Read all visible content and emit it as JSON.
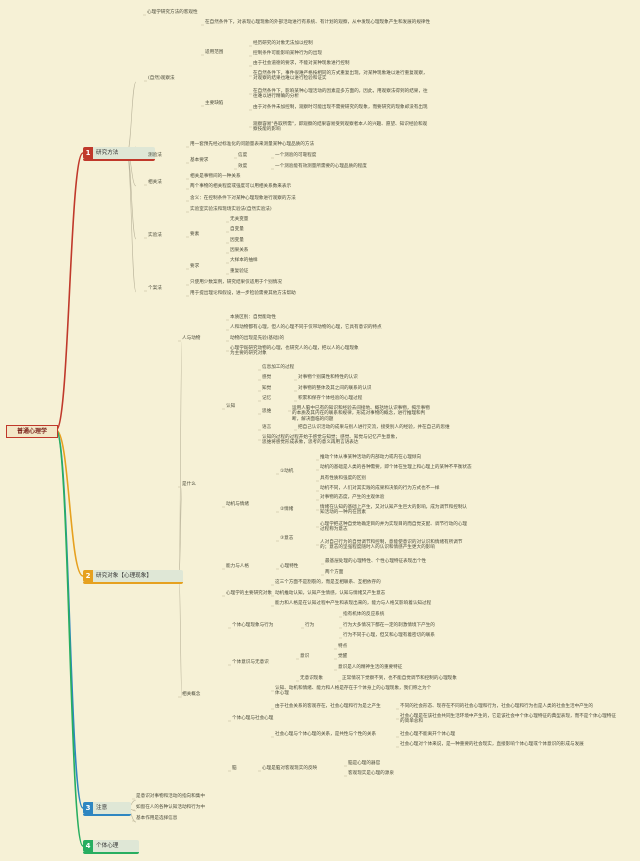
{
  "root": "普通心理学",
  "branches": [
    {
      "num": "1",
      "label": "研究方法",
      "color": "#c0392b"
    },
    {
      "num": "2",
      "label": "研究对象【心理现象】",
      "color": "#e6a11f"
    },
    {
      "num": "3",
      "label": "注意",
      "color": "#2e86c1"
    },
    {
      "num": "4",
      "label": "个体心理",
      "color": "#27ae60"
    }
  ],
  "nodes": {
    "m_intro": "心理学研究方法的客观性",
    "m_obs": "(自然)观察法",
    "m_obs_def": "在自然条件下，对表现心理现象的外部活动进行有系统、有计划的观察，从中发现心理现象产生和发展的规律性",
    "m_adv": "适用范围",
    "m_adv1": "经历研究的对象无法加以控制",
    "m_adv2": "控制条件可能影响某种行为的出现",
    "m_adv3": "由于社会道德的要求，不能对某种现象进行控制",
    "m_lim": "主要缺陷",
    "m_lim1": "在自然条件下，事件很难严格按相同的方式重复出现，对某种现象难以进行重复观察，对观察的结果也难以进行检验和证实",
    "m_lim2": "在自然条件下，影响某种心理活动的因素是多方面的，因此，用观察法得到的结果，往往难以进行精确的分析",
    "m_lim3": "由于对条件未加控制，观察时可能出现不需要研究的现象，而要研究的现象却没有出现",
    "m_lim4": "观察容易\"各取所需\"，即观察的结果容易受到观察者本人的兴趣、愿望、知识经验和观察技能的影响",
    "m_test": "测验法",
    "m_test_def": "用一套预先经过标准化的问题量表来测量某种心理品质的方法",
    "m_basic": "基本要求",
    "m_rel": "信度",
    "m_rel_d": "一个测验的可靠程度",
    "m_val": "效度",
    "m_val_d": "一个测验能有效测量所需要的心理品质的程度",
    "m_corr": "相关法",
    "m_corr1": "相关是事物间的一种关系",
    "m_corr2": "两个事物的相关程度或强度可以用相关系数来表示",
    "m_exp": "实验法",
    "m_exp1": "含义：在控制条件下对某种心理现象进行观察的方法",
    "m_exp2": "实验室实验法和现场实验法(自然实验法)",
    "m_var": "要素",
    "m_var1": "无关变量",
    "m_var2": "自变量",
    "m_var3": "因变量",
    "m_var4": "因果关系",
    "m_req": "要求",
    "m_req1": "大样本的抽样",
    "m_req2": "重复验证",
    "m_case": "个案法",
    "m_case1": "只使用少数案例，研究结果仅适用于个别情况",
    "m_case2": "用于提出理论和假设，进一步检验需要其他方法帮助",
    "o_human": "人与动物",
    "o_h1": "本质区别：自觉能动性",
    "o_h2": "人和动物都有心理，但人的心理不同于仅带动物的心理，它具有意识的特点",
    "o_h3": "动物的出现是先验(基础)的",
    "o_h4": "心理学既研究动物的心理，也研究人的心理，把以人的心理现象为主要的研究对象",
    "o_what": "是什么",
    "o_cog": "认知",
    "o_c1": "信息加工的过程",
    "o_sen": "感觉",
    "o_sen_d": "对事物个别属性和特性的认识",
    "o_per": "知觉",
    "o_per_d": "对事物的整体及其之间的联系的认识",
    "o_mem": "记忆",
    "o_mem_d": "积累和保存个体经验的心理过程",
    "o_thk": "思维",
    "o_thk_d": "运用人脑中已有的知识和经验去间接地、概括地认识事物，揭示事物的本质及其内在的联系和规律，形成对事物的概念，进行推理和判断，解决面临的问题",
    "o_lang": "语言",
    "o_lang_d": "把自己认识活动的成果与别人进行交流，接受别人的经验，并在自己的思维",
    "o_c2": "认知的过程的过程开始于感觉与知觉；感觉、知觉与记忆产生意象，思维将感觉形成表象，思考的意义再用言语表达",
    "o_motive": "动机与情绪",
    "o_mot": "①动机",
    "o_mot1": "推动个体从事某种活动的内部动力或内在心理倾向",
    "o_mot2": "动机的基础是人类的各种需要，即个体在生理上和心理上的某种不平衡状态",
    "o_mot3": "具有性质和强度的区别",
    "o_mot4": "动机不同，人们对其实践的成果和决策的行为方式也不一样",
    "o_emo": "②情绪",
    "o_emo1": "对事物的态度，产生的主观体验",
    "o_emo2": "情绪在认知的基础上产生，又对认知产生巨大的影响，成为调节和控制认知活动的一种内在因素",
    "o_wil": "③意志",
    "o_wil1": "心理学把这种自觉地确定目的并为实现目的而自觉支配、调节行动的心理过程称为意志",
    "o_wil2": "人对自己行为的自觉调节和控制，意能使意识的对认识和情绪有所调节的；意志的坚强程度随时人的认识和情感产生更大的影响",
    "o_ability": "能力与人格",
    "o_personality": "心理特性",
    "o_p1": "最基层处理的心理特性、个性心理特征表现出个性",
    "o_p2": "两个方面",
    "o_main": "心理学的主要研究对象",
    "o_m1": "这三个方面不是割裂的，而是互相联系、互相依存的",
    "o_m2": "动机推动认知，认知产生情感，认知与情绪又产生意志",
    "o_m3": "能力和人格是在认知过程中产生和表现出来的，能力与人格又影响着认知过程",
    "o_concept": "相关概念",
    "o_con1": "个体心理现象与行为",
    "o_beh": "行为",
    "o_b1": "指有机体的反应系统",
    "o_b2": "行为大多情况下都在一定的刺激情境下产生的",
    "o_b3": "行为不同于心理，但又和心理有着密切的联系",
    "o_con2": "个体意识与无意识",
    "o_cons": "意识",
    "o_cons1": "特点",
    "o_cons2": "觉醒",
    "o_cons3": "意识是人的精神生活的重要特征",
    "o_uncon": "无意识现象",
    "o_uncon_d": "正常情况下觉察不到，也不能自觉调节和控制的心理现象",
    "o_con3": "个体心理与社会心理",
    "o_s1": "认知、动机和情绪、能力和人格是存在于个体身上的心理现象，我们称之为个体心理",
    "o_s2": "由于社会关系的客观存在，社会心理和行为是之产生",
    "o_s2b": "不同的社会形态、现存在不同的社会心理和行为，社会心理和行为也是人类的社会生活中产生的",
    "o_s3": "社会心理与个体心理的关系，是共性与个性的关系",
    "o_s3a": "社会心理是在该社会共同生活环境中产生的，它是该社会中个体心理特征的典型表现，而不是个体心理特征的简单总和",
    "o_s3b": "社会心理不能离开个体心理",
    "o_s3c": "社会心理对个体来说，是一种重要的社会现实，直接影响个体心理或个体意识的形成与发展",
    "o_brain": "脑",
    "o_brain_d": "心理是脑对客观现实的反映",
    "o_br1": "脑是心理的器官",
    "o_br2": "客观现实是心理的源泉",
    "n_1": "是意识对事物和活动的指向和集中",
    "n_2": "如窗在人的各种认知活动和行为中",
    "n_3": "基本作用是选择信息"
  }
}
